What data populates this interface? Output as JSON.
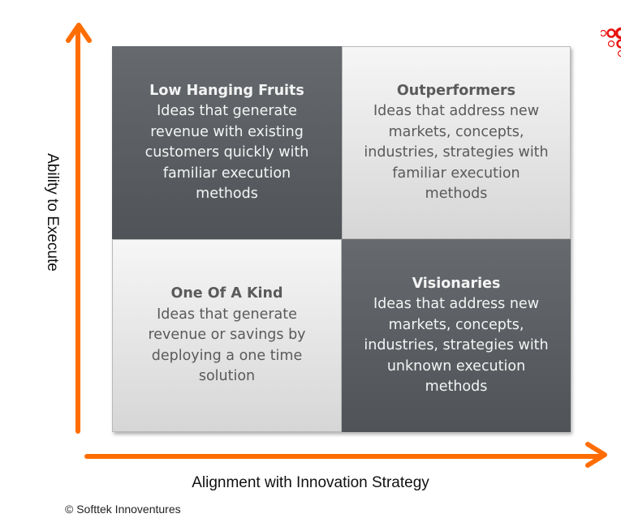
{
  "diagram": {
    "type": "2x2 matrix",
    "y_axis_label": "Ability to Execute",
    "x_axis_label": "Alignment with Innovation Strategy",
    "quadrants": [
      {
        "position": "top-left",
        "title": "Low Hanging Fruits",
        "lines": [
          "Ideas that generate",
          "revenue with existing",
          "customers quickly with",
          "familiar execution",
          "methods"
        ]
      },
      {
        "position": "top-right",
        "title": "Outperformers",
        "lines": [
          "Ideas that address new",
          "markets, concepts,",
          "industries, strategies with",
          "familiar execution",
          "methods"
        ]
      },
      {
        "position": "bottom-left",
        "title": "One Of A Kind",
        "lines": [
          "Ideas that generate",
          "revenue or savings by",
          "deploying a one time",
          "solution"
        ]
      },
      {
        "position": "bottom-right",
        "title": "Visionaries",
        "lines": [
          "Ideas that address new",
          "markets, concepts,",
          "industries, strategies with",
          "unknown execution",
          "methods"
        ]
      }
    ],
    "footer": "© Softtek Innoventures",
    "colors": {
      "arrow": "#ff6d00",
      "dark_quadrant": "#5c6064",
      "light_quadrant": "#e4e4e4",
      "logo": "#e8140f"
    }
  }
}
